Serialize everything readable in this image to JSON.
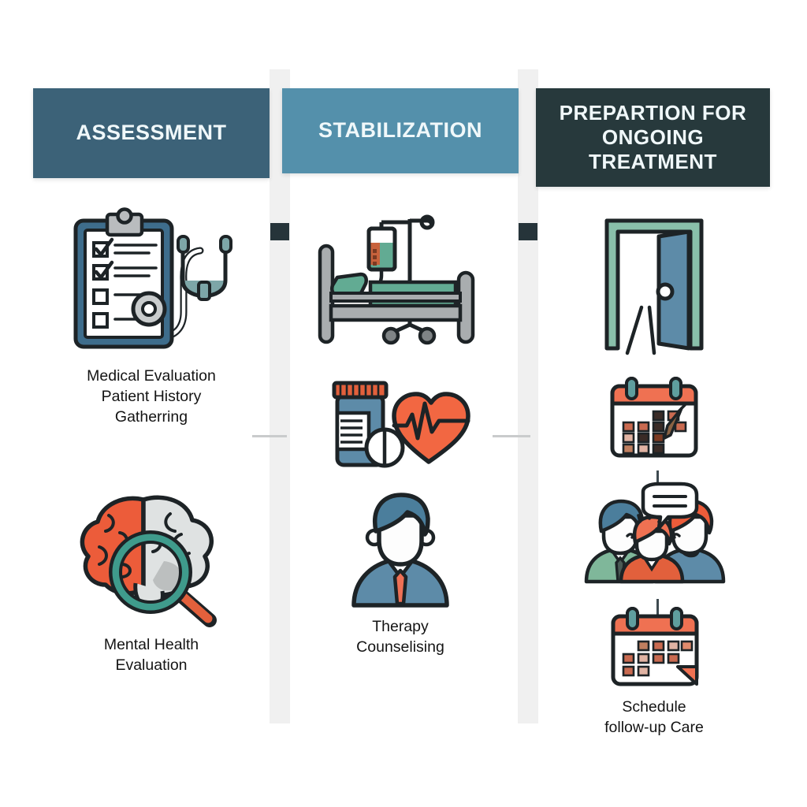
{
  "diagram": {
    "type": "three-column process flow",
    "background_color": "#ffffff",
    "divider_band_color": "#f0f0f0",
    "connector_node_color": "#26343a",
    "columns": [
      {
        "id": "assessment",
        "header": "ASSESSMENT",
        "header_color": "#3c6278",
        "header_text_color": "#f0f8fa",
        "nodes": [
          {
            "icon": "clipboard-checklist-stethoscope-icon",
            "label": "Medical Evaluation\nPatient History\nGatherring",
            "colors": {
              "clipboard": "#3e6d8c",
              "clip": "#b9bcbe",
              "paper": "#ffffff",
              "stethoscope": "#7da6a8"
            },
            "checkbox_states": [
              true,
              true,
              false,
              false
            ]
          },
          {
            "icon": "brain-magnifier-icon",
            "label": "Mental Health\nEvaluation",
            "colors": {
              "brain_left": "#ec5c3a",
              "brain_right": "#d6dada",
              "lens_rim": "#2f8a80",
              "handle": "#e2603c"
            }
          }
        ]
      },
      {
        "id": "stabilization",
        "header": "STABILIZATION",
        "header_color": "#5490ab",
        "header_text_color": "#f0f8fa",
        "nodes": [
          {
            "icon": "hospital-bed-iv-drip-icon",
            "label": "",
            "colors": {
              "mattress": "#62ab93",
              "frame": "#a9adaf",
              "iv_bag": "#62ab93",
              "iv_fluid": "#c8623c"
            }
          },
          {
            "icon": "pill-bottle-heartbeat-icon",
            "label": "",
            "colors": {
              "bottle": "#5d8ba8",
              "cap": "#e2603c",
              "label": "#ffffff",
              "pill": "#ffffff",
              "heart": "#f26742"
            }
          },
          {
            "icon": "therapist-person-icon",
            "label": "Therapy\nCounselising",
            "colors": {
              "hair": "#4b7e9c",
              "face": "#fdfdfd",
              "suit": "#5d8ba8",
              "tie": "#ee7055"
            }
          }
        ]
      },
      {
        "id": "preparation",
        "header": "PREPARTION FOR ONGOING TREATMENT",
        "header_color": "#27393c",
        "header_text_color": "#f0f8fa",
        "nodes": [
          {
            "icon": "open-door-icon",
            "label": "",
            "colors": {
              "frame": "#89c0aa",
              "door_panel": "#5d8ba8",
              "knob": "#ffffff"
            }
          },
          {
            "icon": "calendar-with-pen-icon",
            "label": "",
            "colors": {
              "header": "#ef7152",
              "rings": "#5f9e9e",
              "body": "#ffffff",
              "cells": "#c96a50"
            }
          },
          {
            "icon": "group-discussion-speech-bubble-icon",
            "label": "",
            "colors": {
              "person_left_hair": "#4b7e9c",
              "person_left_body": "#7fb79a",
              "person_center_hair": "#ef7152",
              "person_center_body": "#e2603c",
              "person_right_hair": "#ec5c3a",
              "person_right_body": "#5d8ba8",
              "bubble": "#ffffff"
            }
          },
          {
            "icon": "calendar-folded-corner-icon",
            "label": "Schedule\nfollow-up Care",
            "colors": {
              "header": "#ef7152",
              "rings": "#5f9e9e",
              "body": "#ffffff",
              "cells": "#c96a50"
            }
          }
        ]
      }
    ],
    "connectors": {
      "horizontal_dash_color": "#c9cbcc",
      "vertical_tick_color": "#3e4a50"
    }
  }
}
